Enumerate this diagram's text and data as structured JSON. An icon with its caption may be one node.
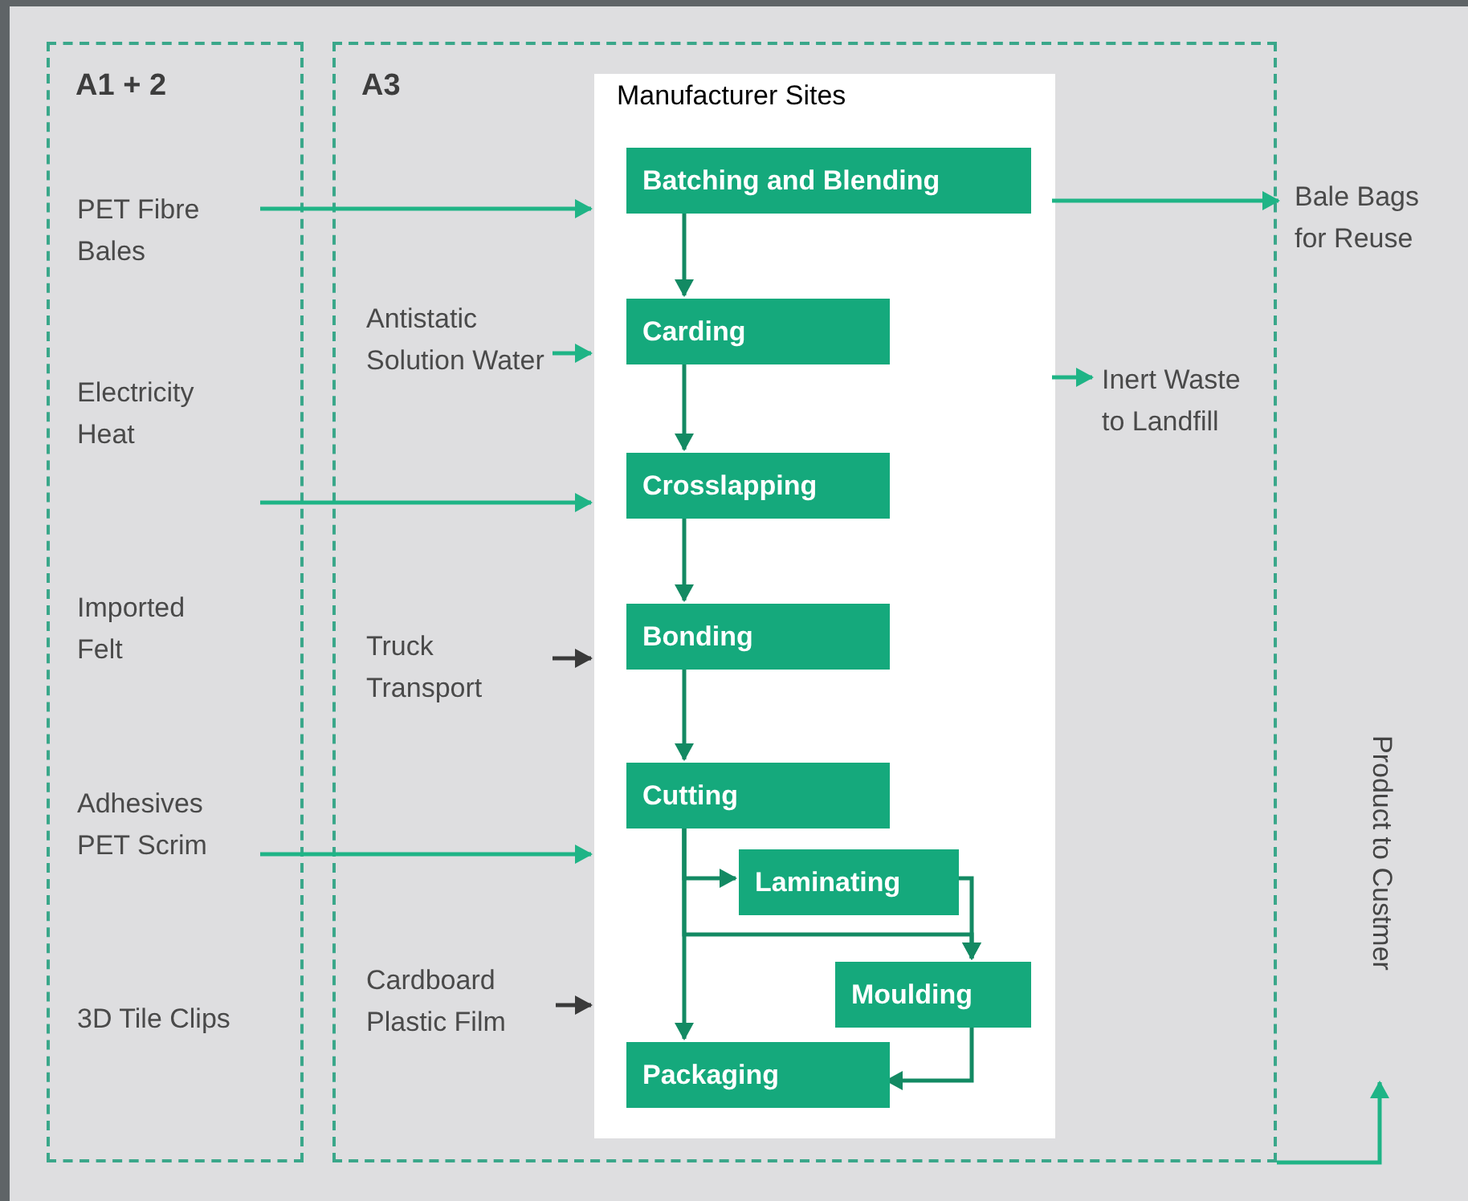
{
  "diagram": {
    "nodes": [
      {
        "text": [
          "A1 + 2"
        ]
      },
      {
        "text": [
          "A3"
        ]
      },
      {
        "text": [
          "Manufacturer Sites"
        ],
        "in": 1
      },
      {
        "text": [
          "Batching and Blending"
        ],
        "in": 2
      },
      {
        "text": [
          "Carding"
        ],
        "in": 2
      },
      {
        "text": [
          "Crosslapping"
        ],
        "in": 2
      },
      {
        "text": [
          "Bonding"
        ],
        "in": 2
      },
      {
        "text": [
          "Cutting"
        ],
        "in": 2
      },
      {
        "text": [
          "Laminating"
        ],
        "in": 2
      },
      {
        "text": [
          "Moulding"
        ],
        "in": 2
      },
      {
        "text": [
          "Packaging"
        ],
        "in": 2
      },
      {
        "text": [
          "PET Fibre Bales"
        ],
        "in": 0
      },
      {
        "text": [
          "Electricity Heat"
        ],
        "in": 0
      },
      {
        "text": [
          "Imported Felt"
        ],
        "in": 0
      },
      {
        "text": [
          "Adhesives PET Scrim"
        ],
        "in": 0
      },
      {
        "text": [
          "3D Tile Clips"
        ],
        "in": 0
      },
      {
        "text": [
          "Antistatic Solution Water"
        ],
        "in": 1
      },
      {
        "text": [
          "Truck Transport"
        ],
        "in": 1
      },
      {
        "text": [
          "Cardboard Plastic Film"
        ],
        "in": 1
      },
      {
        "text": [
          "Bale Bags for Reuse"
        ]
      },
      {
        "text": [
          "Inert Waste to Landfill"
        ],
        "in": 1
      },
      {
        "text": [
          "Product to Custmer"
        ]
      }
    ],
    "edges": [
      {
        "from": 11,
        "to": 2,
        "arrow": "to",
        "color": "#1fb486"
      },
      {
        "from": 12,
        "to": 2,
        "arrow": "to",
        "color": "#1fb486"
      },
      {
        "from": 16,
        "to": 2,
        "arrow": "to",
        "color": "#1fb486"
      },
      {
        "from": 17,
        "to": 2,
        "arrow": "to",
        "color": "#3a3a3a"
      },
      {
        "from": 14,
        "to": 2,
        "arrow": "to",
        "color": "#1fb486"
      },
      {
        "from": 18,
        "to": 2,
        "arrow": "to",
        "color": "#3a3a3a"
      },
      {
        "from": 2,
        "to": 19,
        "arrow": "to",
        "color": "#1fb486"
      },
      {
        "from": 2,
        "to": 20,
        "arrow": "to",
        "color": "#1fb486"
      },
      {
        "from": 1,
        "to": 21,
        "arrow": "to",
        "color": "#1fb486"
      },
      {
        "from": 3,
        "to": 4,
        "arrow": "to"
      },
      {
        "from": 4,
        "to": 5,
        "arrow": "to"
      },
      {
        "from": 5,
        "to": 6,
        "arrow": "to"
      },
      {
        "from": 6,
        "to": 7,
        "arrow": "to"
      },
      {
        "from": 7,
        "to": 8,
        "arrow": "to"
      },
      {
        "from": 7,
        "to": 9,
        "arrow": "to"
      },
      {
        "from": 8,
        "to": 9,
        "arrow": "to"
      },
      {
        "from": 7,
        "to": 10,
        "arrow": "to"
      },
      {
        "from": 9,
        "to": 10,
        "arrow": "to"
      }
    ]
  }
}
